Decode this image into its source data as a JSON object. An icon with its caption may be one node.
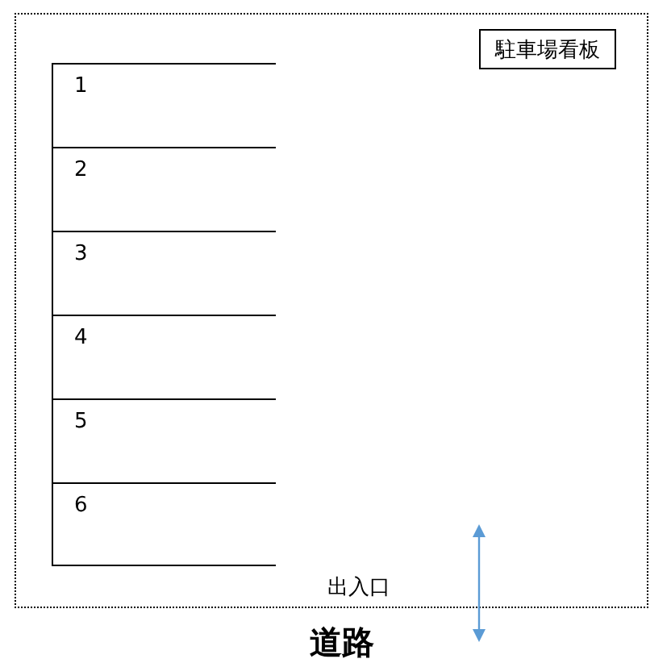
{
  "diagram": {
    "nodes": [
      {
        "text": [],
        "shape": "box"
      },
      {
        "text": [
          "駐車場看板"
        ],
        "in": 0
      },
      {
        "text": [
          "1"
        ],
        "in": 0
      },
      {
        "text": [
          "2"
        ],
        "in": 0
      },
      {
        "text": [
          "3"
        ],
        "in": 0
      },
      {
        "text": [
          "4"
        ],
        "in": 0
      },
      {
        "text": [
          "5"
        ],
        "in": 0
      },
      {
        "text": [
          "6"
        ],
        "in": 0
      }
    ],
    "labels": [
      "出入口",
      "道路"
    ]
  }
}
